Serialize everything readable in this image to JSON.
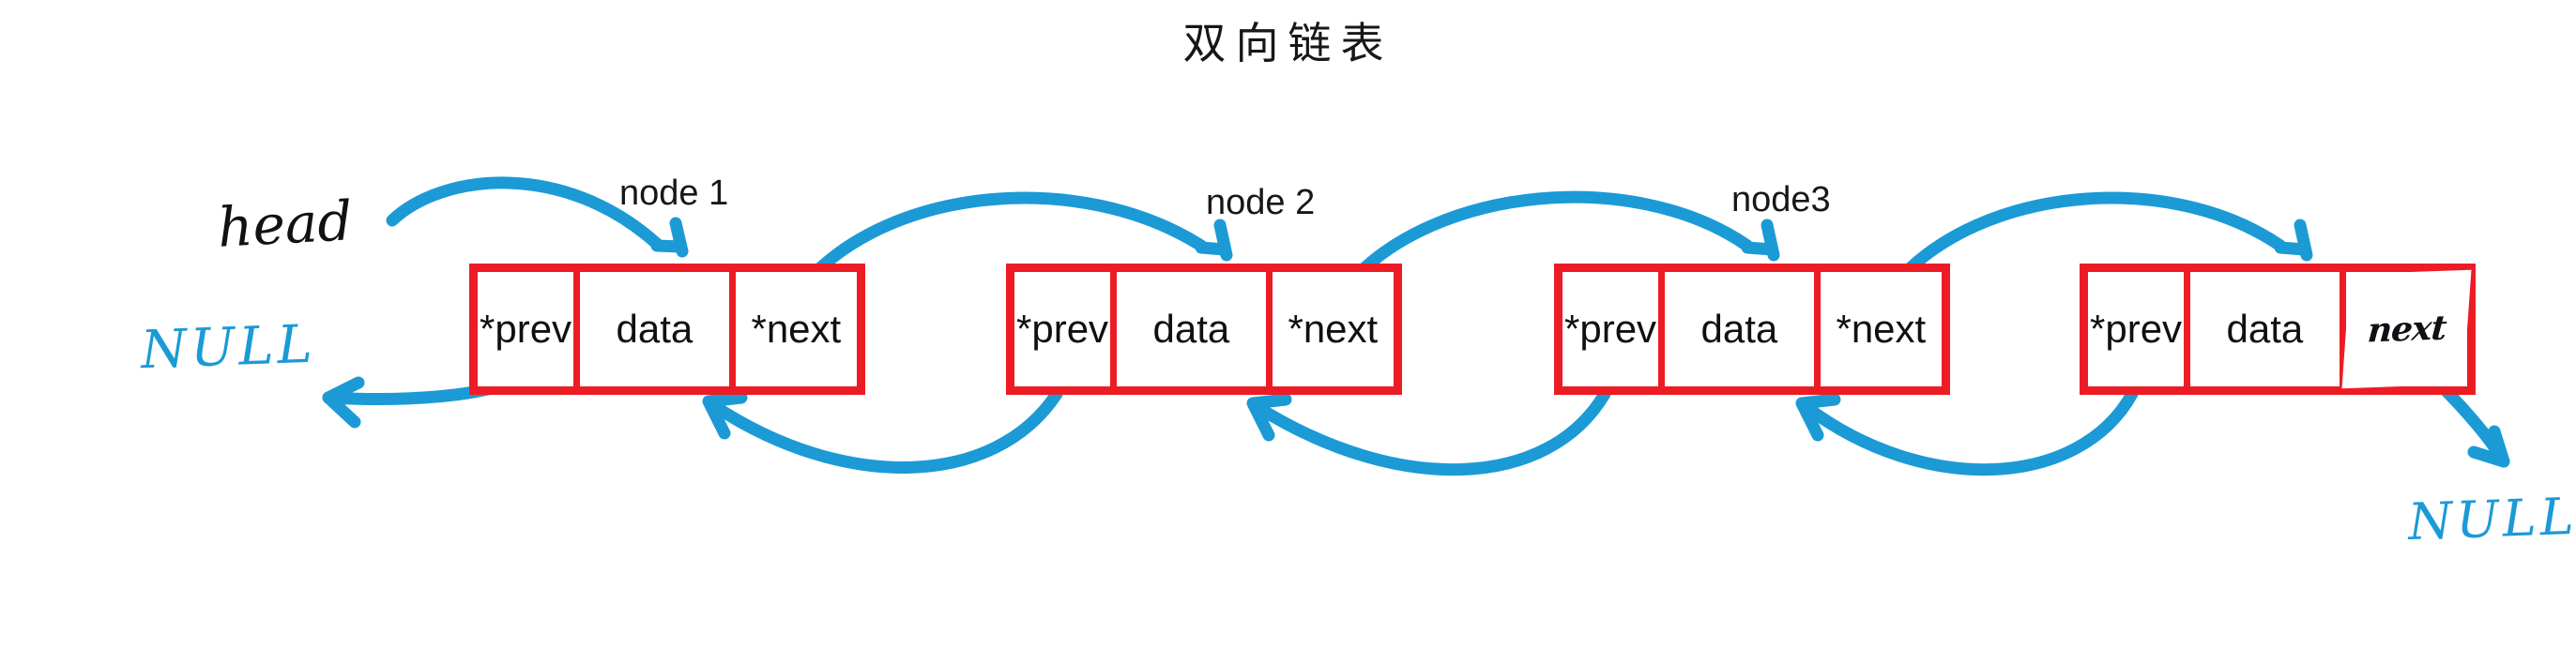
{
  "page": {
    "title": "双向链表",
    "background_color": "#ffffff",
    "node_border_color": "#ed1c24",
    "arrow_color": "#1b9ad6",
    "ink_color": "#111114"
  },
  "diagram": {
    "type": "doubly-linked-list",
    "head_label": "head",
    "null_left_label": "NULL",
    "null_right_label": "NULL",
    "nodes": [
      {
        "label": "node 1",
        "prev": "*prev",
        "data": "data",
        "next": "*next",
        "next_handwritten": false
      },
      {
        "label": "node 2",
        "prev": "*prev",
        "data": "data",
        "next": "*next",
        "next_handwritten": false
      },
      {
        "label": "node3",
        "prev": "*prev",
        "data": "data",
        "next": "*next",
        "next_handwritten": false
      },
      {
        "label": "",
        "prev": "*prev",
        "data": "data",
        "next": "next",
        "next_handwritten": true
      }
    ]
  }
}
